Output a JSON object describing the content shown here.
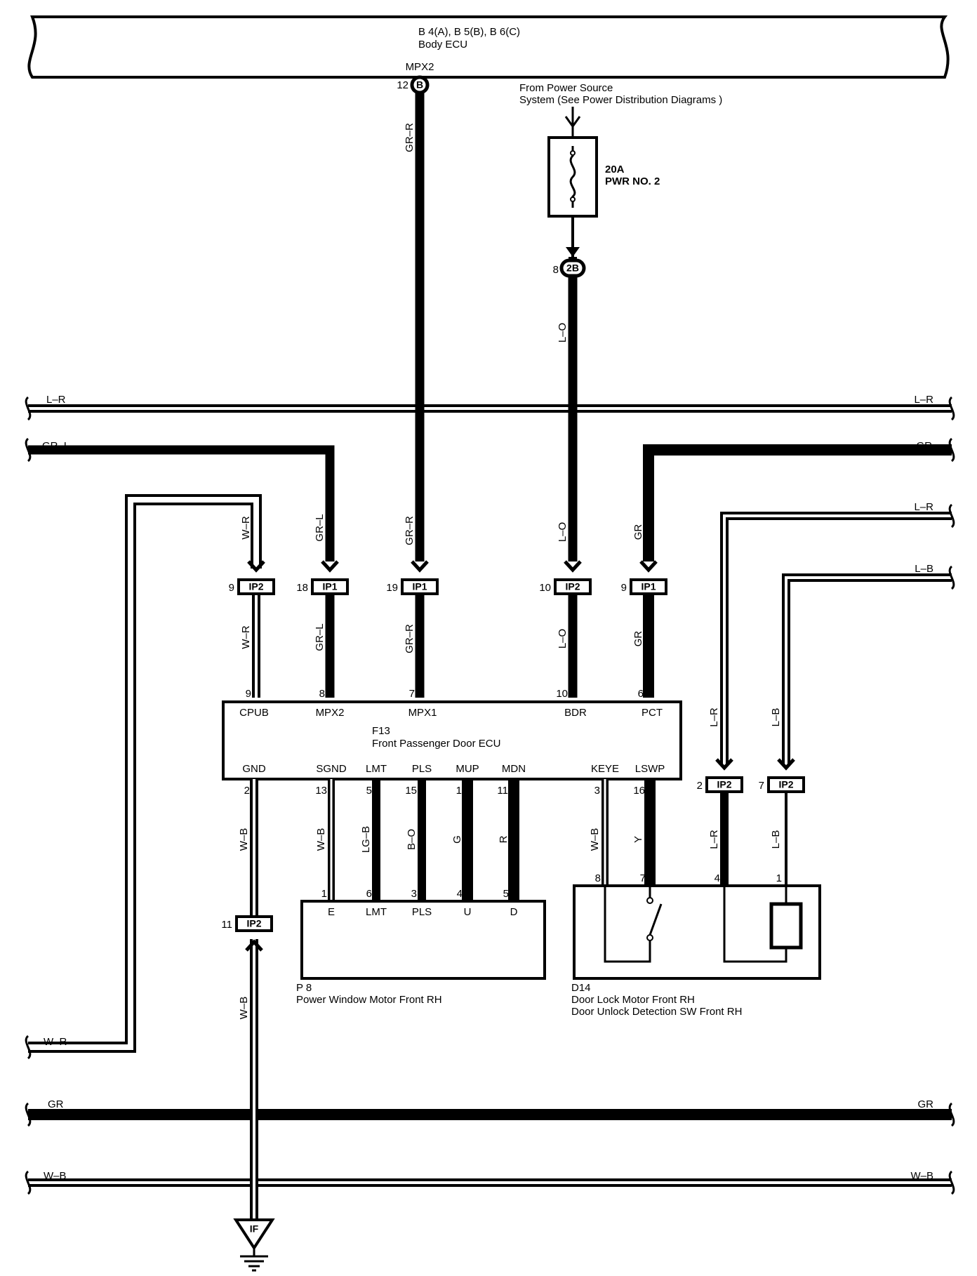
{
  "body_ecu": {
    "ref": "B 4(A), B 5(B), B 6(C)",
    "name": "Body ECU",
    "terminal": "MPX2",
    "pin": "12",
    "connector": "B"
  },
  "power": {
    "line1": "From Power Source",
    "line2": "System  (See Power Distribution Diagrams )",
    "fuse_rating": "20A",
    "fuse_name": "PWR NO. 2",
    "junction": "2B",
    "junction_pin": "8"
  },
  "bus_labels": {
    "lr": "L–R",
    "grl": "GR–L",
    "gr": "GR",
    "lb": "L–B",
    "wr": "W–R",
    "wb": "W–B"
  },
  "connectors": {
    "c1": {
      "pin": "9",
      "name": "IP2"
    },
    "c2": {
      "pin": "18",
      "name": "IP1"
    },
    "c3": {
      "pin": "19",
      "name": "IP1"
    },
    "c4": {
      "pin": "10",
      "name": "IP2"
    },
    "c5": {
      "pin": "9",
      "name": "IP1"
    },
    "c6": {
      "pin": "2",
      "name": "IP2"
    },
    "c7": {
      "pin": "7",
      "name": "IP2"
    },
    "c8": {
      "pin": "11",
      "name": "IP2"
    }
  },
  "wire_colors": {
    "w1": "W–R",
    "w2": "GR–L",
    "w3": "GR–R",
    "w4": "L–O",
    "w5": "GR",
    "w6": "L–R",
    "w7": "L–B",
    "w8": "W–B",
    "w9": "W–B",
    "w10": "LG–B",
    "w11": "B–O",
    "w12": "G",
    "w13": "R",
    "w14": "W–B",
    "w15": "Y"
  },
  "ecu": {
    "ref": "F13",
    "name": "Front Passenger Door ECU",
    "top_pins": [
      {
        "num": "9",
        "name": "CPUB"
      },
      {
        "num": "8",
        "name": "MPX2"
      },
      {
        "num": "7",
        "name": "MPX1"
      },
      {
        "num": "10",
        "name": "BDR"
      },
      {
        "num": "6",
        "name": "PCT"
      }
    ],
    "bottom_pins": [
      {
        "num": "2",
        "name": "GND"
      },
      {
        "num": "13",
        "name": "SGND"
      },
      {
        "num": "5",
        "name": "LMT"
      },
      {
        "num": "15",
        "name": "PLS"
      },
      {
        "num": "1",
        "name": "MUP"
      },
      {
        "num": "11",
        "name": "MDN"
      },
      {
        "num": "3",
        "name": "KEYE"
      },
      {
        "num": "16",
        "name": "LSWP"
      }
    ]
  },
  "motor": {
    "ref": "P 8",
    "name": "Power Window Motor Front RH",
    "pins": [
      {
        "num": "1",
        "name": "E"
      },
      {
        "num": "6",
        "name": "LMT"
      },
      {
        "num": "3",
        "name": "PLS"
      },
      {
        "num": "4",
        "name": "U"
      },
      {
        "num": "5",
        "name": "D"
      }
    ]
  },
  "door_lock": {
    "ref": "D14",
    "name1": "Door Lock Motor Front RH",
    "name2": "Door Unlock Detection SW Front RH",
    "pins": [
      "8",
      "7",
      "4",
      "1"
    ]
  },
  "ground": {
    "label": "IF"
  }
}
